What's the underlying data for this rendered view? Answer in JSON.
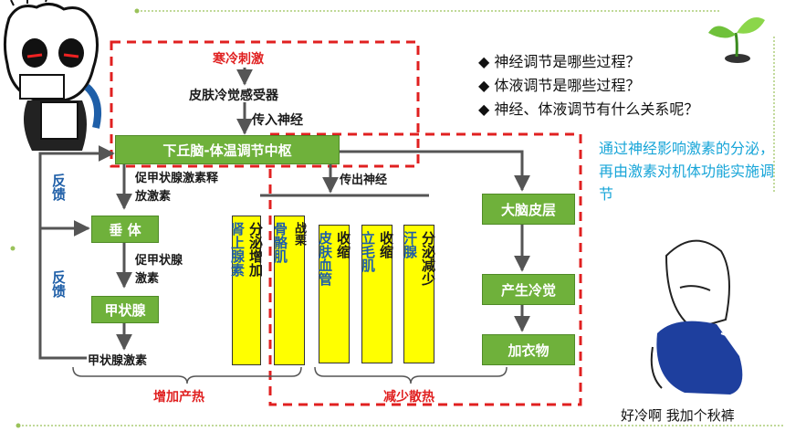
{
  "diagram": {
    "cold_stimulus": "寒冷刺激",
    "skin_receptor": "皮肤冷觉感受器",
    "afferent_nerve": "传入神经",
    "hypothalamus": "下丘脑-体温调节中枢",
    "efferent_nerve": "传出神经",
    "trh": "促甲状腺激素释放激素",
    "pituitary": "垂 体",
    "tsh": "促甲状腺激素",
    "thyroid": "甲状腺",
    "thyroid_hormone": "甲状腺激素",
    "feedback_1": "反馈",
    "feedback_2": "反馈",
    "adrenal_top": "肾上腺素",
    "adrenal_bottom": "分泌增加",
    "muscle_top": "骨骼肌",
    "muscle_bottom": "战栗",
    "skin_vessel_top": "皮肤血管",
    "skin_vessel_bottom": "收缩",
    "arrector_top": "立毛肌",
    "arrector_bottom": "收缩",
    "sweat_top": "汗腺",
    "sweat_bottom": "分泌减少",
    "cortex": "大脑皮层",
    "cold_sensation": "产生冷觉",
    "add_clothes": "加衣物",
    "increase_heat": "增加产热",
    "reduce_heat": "减少散热"
  },
  "questions": [
    "◆ 神经调节是哪些过程？",
    "◆ 体液调节是哪些过程？",
    "◆ 神经、体液调节有什么关系呢？"
  ],
  "note": "通过神经影响激素的分泌，再由激素对机体功能实施调节",
  "caption": "好冷啊 我加个秋裤",
  "colors": {
    "green": "#6fb13b",
    "yellow": "#ffff00",
    "red_dash": "#e02020",
    "blue_text": "#1f5fa8",
    "cyan_text": "#17a5d8"
  }
}
